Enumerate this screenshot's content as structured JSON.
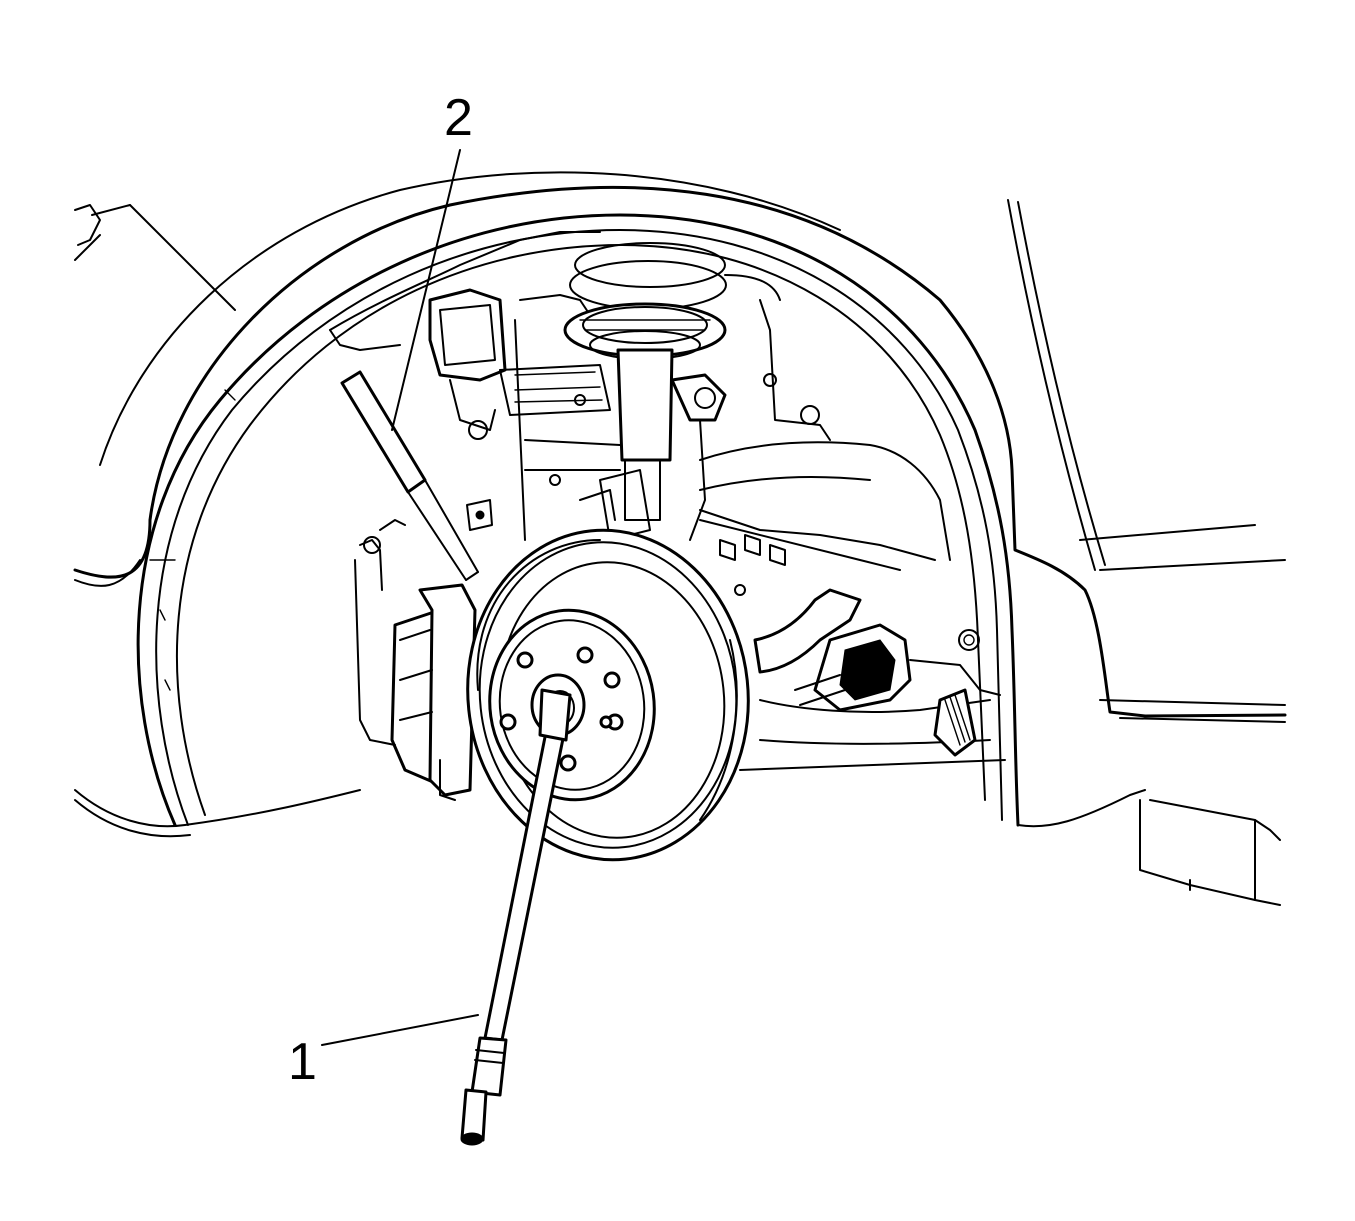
{
  "figure": {
    "callouts": [
      {
        "id": "1",
        "label": "1"
      },
      {
        "id": "2",
        "label": "2"
      }
    ],
    "line_color": "#000000",
    "background_color": "#ffffff"
  }
}
